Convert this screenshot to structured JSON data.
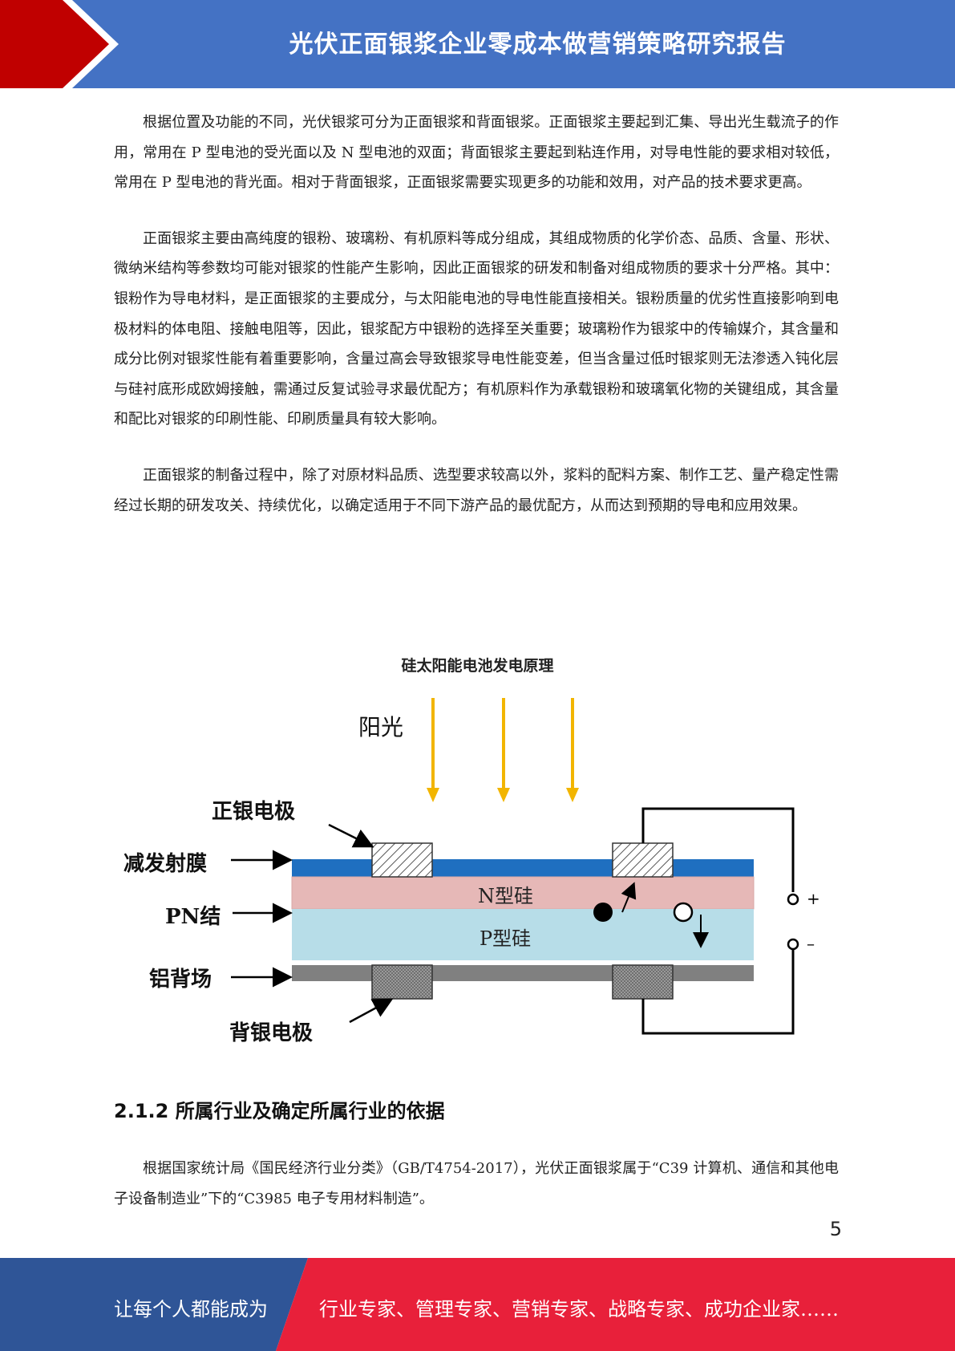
{
  "header": {
    "title": "光伏正面银浆企业零成本做营销策略研究报告",
    "colors": {
      "bar": "#4472c4",
      "accent_red": "#c00000"
    }
  },
  "paragraphs": [
    "根据位置及功能的不同，光伏银浆可分为正面银浆和背面银浆。正面银浆主要起到汇集、导出光生载流子的作用，常用在 P 型电池的受光面以及 N 型电池的双面；背面银浆主要起到粘连作用，对导电性能的要求相对较低，常用在 P 型电池的背光面。相对于背面银浆，正面银浆需要实现更多的功能和效用，对产品的技术要求更高。",
    "正面银浆主要由高纯度的银粉、玻璃粉、有机原料等成分组成，其组成物质的化学价态、品质、含量、形状、微纳米结构等参数均可能对银浆的性能产生影响，因此正面银浆的研发和制备对组成物质的要求十分严格。其中：银粉作为导电材料，是正面银浆的主要成分，与太阳能电池的导电性能直接相关。银粉质量的优劣性直接影响到电极材料的体电阻、接触电阻等，因此，银浆配方中银粉的选择至关重要；玻璃粉作为银浆中的传输媒介，其含量和成分比例对银浆性能有着重要影响，含量过高会导致银浆导电性能变差，但当含量过低时银浆则无法渗透入钝化层与硅衬底形成欧姆接触，需通过反复试验寻求最优配方；有机原料作为承载银粉和玻璃氧化物的关键组成，其含量和配比对银浆的印刷性能、印刷质量具有较大影响。",
    "正面银浆的制备过程中，除了对原材料品质、选型要求较高以外，浆料的配料方案、制作工艺、量产稳定性需经过长期的研发攻关、持续优化，以确定适用于不同下游产品的最优配方，从而达到预期的导电和应用效果。"
  ],
  "figure": {
    "title": "硅太阳能电池发电原理",
    "labels": {
      "sunlight": "阳光",
      "front_electrode": "正银电极",
      "antireflection": "减发射膜",
      "pn_junction": "PN结",
      "al_back_field": "铝背场",
      "back_electrode": "背银电极",
      "n_silicon": "N型硅",
      "p_silicon": "P型硅",
      "plus": "+",
      "minus": "–"
    },
    "colors": {
      "sun_arrow": "#f2b500",
      "antireflection": "#1f6fc0",
      "n_layer": "#e6b8b7",
      "p_layer": "#b7dde8",
      "al_layer": "#808080"
    }
  },
  "section": {
    "heading": "2.1.2 所属行业及确定所属行业的依据",
    "paragraph": "根据国家统计局《国民经济行业分类》（GB/T4754-2017），光伏正面银浆属于“C39 计算机、通信和其他电子设备制造业”下的“C3985 电子专用材料制造”。"
  },
  "page_number": "5",
  "footer": {
    "left_text": "让每个人都能成为",
    "right_text": "行业专家、管理专家、营销专家、战略专家、成功企业家……",
    "colors": {
      "left": "#2f5597",
      "right": "#e8203a"
    }
  }
}
